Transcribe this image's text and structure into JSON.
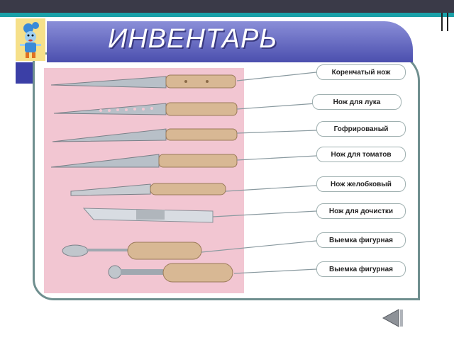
{
  "title": "ИНВЕНТАРЬ",
  "labels": [
    "Коренчатый нож",
    "Нож для лука",
    "Гофрированый",
    "Нож для томатов",
    "Нож желобковый",
    "Нож для дочистки",
    "Выемка фигурная",
    "Выемка фигурная"
  ],
  "colors": {
    "banner": "#5a5ec0",
    "frame": "#6f8f8f",
    "panel": "#f2c6d2",
    "top_bar": "#3a3a48",
    "accent_strip": "#1aa0a8"
  },
  "icons": {
    "logo": "cartoon-character-logo",
    "nav": "back-arrow-icon"
  }
}
